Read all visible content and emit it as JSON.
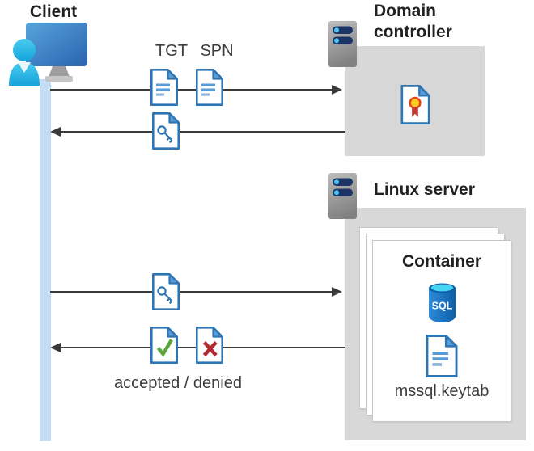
{
  "client": {
    "label": "Client"
  },
  "domain_controller": {
    "label": "Domain controller"
  },
  "linux_server": {
    "label": "Linux server"
  },
  "container": {
    "label": "Container",
    "sql_badge": "SQL",
    "keytab_label": "mssql.keytab"
  },
  "flow": {
    "tgt": "TGT",
    "spn": "SPN",
    "result": "accepted / denied"
  },
  "icons": {
    "client-user-workstation-icon": "blue monitor with cyan user silhouette",
    "server-icon": "gray server tower with two navy bars and light-blue indicator dots",
    "tgt-document-icon": "blue-outlined document with text lines",
    "spn-document-icon": "blue-outlined document with text lines",
    "ticket-key-document-icon": "blue-outlined document with key glyph",
    "accepted-document-icon": "document with green checkmark",
    "denied-document-icon": "document with red cross",
    "certificate-icon": "document with yellow seal and red ribbon",
    "sql-database-icon": "blue database cylinder with cyan top labeled SQL",
    "keytab-file-icon": "blue-outlined document with text lines"
  },
  "colors": {
    "doc_border": "#2e75b6",
    "doc_fold": "#5b9bd5",
    "doc_lines": "#5b9bd5",
    "accepted_green": "#5ca63e",
    "denied_red": "#b12b30",
    "boundary_gray": "#d8d8d8",
    "arrow": "#3a3a3a",
    "lifeline_blue": "#c5dcf5",
    "sql_cyan": "#45d4f2",
    "sql_blue": "#0d5ea8",
    "server_bar_navy": "#1c3564",
    "monitor_blue": "#2a63ae",
    "person_cyan": "#14a3db",
    "certificate_yellow": "#ffce21",
    "certificate_ribbon_red": "#c53832"
  }
}
